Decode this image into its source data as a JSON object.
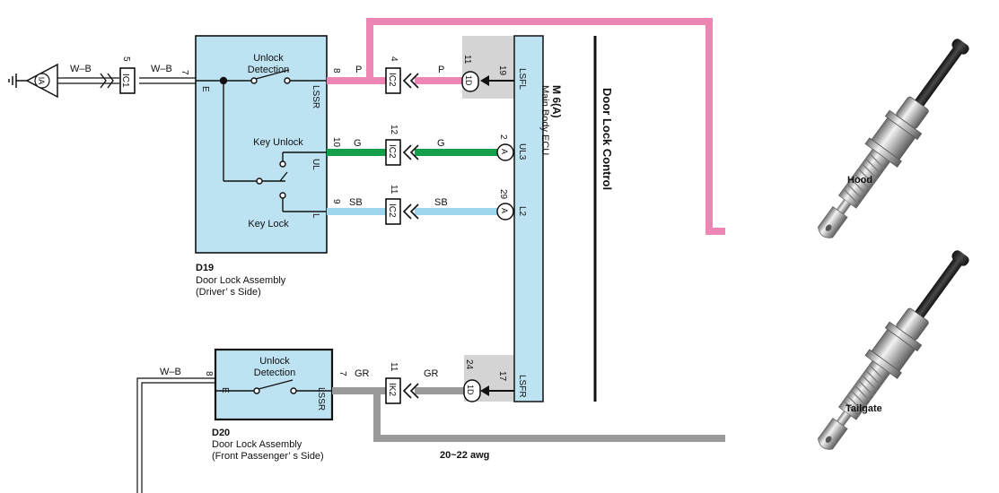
{
  "ground": {
    "connector_label": "IA"
  },
  "wire_wb": {
    "label_left": "W–B",
    "label_right": "W–B",
    "pin_left": "5",
    "pin_right": "7",
    "junction": "IC1"
  },
  "d19": {
    "id": "D19",
    "name": "Door Lock Assembly",
    "side": "(Driver’ s Side)",
    "labels": {
      "unlock_detection_1": "Unlock",
      "unlock_detection_2": "Detection",
      "key_unlock": "Key Unlock",
      "key_lock": "Key Lock",
      "pin_e": "E",
      "pin_lssr": "LSSR",
      "pin_ul": "UL",
      "pin_l": "L"
    }
  },
  "wires": [
    {
      "name": "P",
      "pin_d19": "8",
      "pin_junction_left": "4",
      "junction": "IC2",
      "wire_label": "P",
      "pin_ecu_connector": "11",
      "ecu_connector": "1D",
      "pin_ecu": "19",
      "ecu_terminal": "LSFL",
      "color": "#ee86b4"
    },
    {
      "name": "G",
      "pin_d19": "10",
      "pin_junction_left": "12",
      "junction": "IC2",
      "wire_label": "G",
      "pin_ecu_connector": "2",
      "ecu_connector": "A",
      "ecu_terminal": "UL3",
      "color": "#14a04a"
    },
    {
      "name": "SB",
      "pin_d19": "9",
      "pin_junction_left": "11",
      "junction": "IC2",
      "wire_label": "SB",
      "pin_ecu_connector": "29",
      "ecu_connector": "A",
      "ecu_terminal": "L2",
      "color": "#9ed6ee"
    }
  ],
  "ecu": {
    "id": "M 6(A)",
    "name": "Main Body ECU",
    "section": "Door Lock Control"
  },
  "d20": {
    "id": "D20",
    "name": "Door Lock Assembly",
    "side": "(Front Passenger’ s Side)",
    "labels": {
      "unlock_detection_1": "Unlock",
      "unlock_detection_2": "Detection",
      "pin_e": "E",
      "pin_lssr": "LSSR"
    },
    "pin_left": "8",
    "wire_label_left": "W–B"
  },
  "gr_wire": {
    "pin_d20": "7",
    "label_d20": "GR",
    "pin_junction": "11",
    "junction": "IK2",
    "label": "GR",
    "pin_ecu_connector": "24",
    "ecu_connector": "1D",
    "pin_ecu": "17",
    "ecu_terminal": "LSFR",
    "color": "#9a9a9a"
  },
  "switches": {
    "hood": "Hood",
    "tailgate": "Tailgate"
  },
  "gauge_note": "20~22 awg"
}
